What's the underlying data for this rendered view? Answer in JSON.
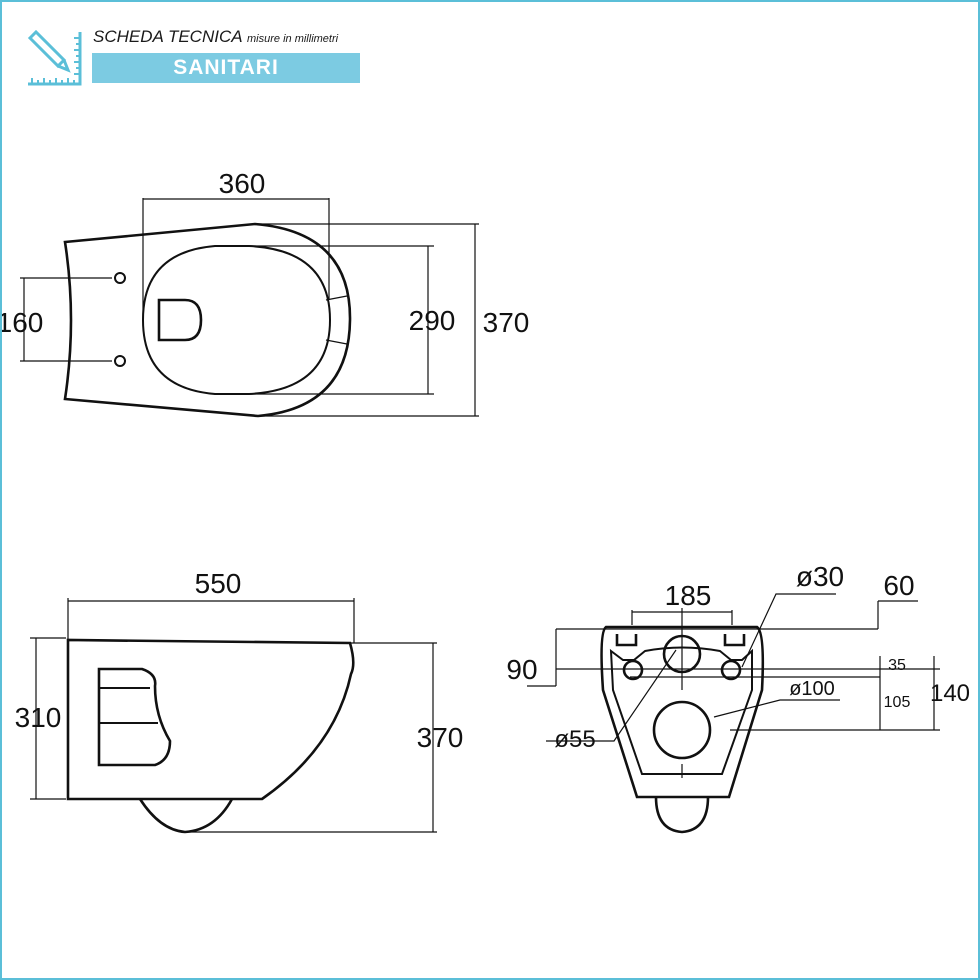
{
  "header": {
    "title": "SCHEDA TECNICA",
    "subtitle": "misure in millimetri",
    "category": "SANITARI",
    "icon": "ruler-pencil-icon",
    "accent_color": "#7ccbe2",
    "frame_color": "#5bbfd8"
  },
  "top_view": {
    "dim_seat_width": "360",
    "dim_holes_spacing": "160",
    "dim_inner_width": "290",
    "dim_outer_width": "370"
  },
  "side_view": {
    "dim_length": "550",
    "dim_height": "310",
    "dim_total_height": "370"
  },
  "back_view": {
    "dim_185": "185",
    "dim_dia30": "ø30",
    "dim_60": "60",
    "dim_90": "90",
    "dim_35": "35",
    "dim_dia100": "ø100",
    "dim_105": "105",
    "dim_140": "140",
    "dim_dia55": "ø55"
  }
}
